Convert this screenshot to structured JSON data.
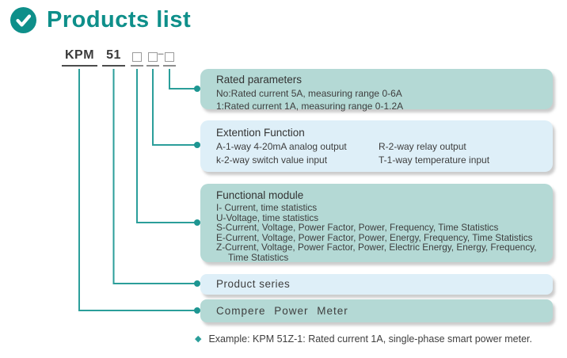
{
  "colors": {
    "brand_teal": "#0E8F8A",
    "connector_teal": "#2B9E9A",
    "box_teal_bg": "#B4D9D5",
    "box_blue_bg": "#DEEFF8",
    "text_dark": "#3E3E3E"
  },
  "header": {
    "title": "Products list"
  },
  "model_code": {
    "prefix": "KPM",
    "series": "51",
    "dash": "–"
  },
  "boxes": [
    {
      "title": "Rated parameters",
      "lines": [
        "No:Rated current 5A, measuring range 0-6A",
        "1:Rated current 1A, measuring range 0-1.2A"
      ]
    },
    {
      "title": "Extention Function",
      "left": [
        "A-1-way 4-20mA analog output",
        "k-2-way switch value input"
      ],
      "right": [
        "R-2-way relay output",
        "T-1-way temperature input"
      ]
    },
    {
      "title": "Functional module",
      "lines": [
        "I- Current, time statistics",
        "U-Voltage, time statistics",
        "S-Current, Voltage, Power Factor, Power, Frequency, Time Statistics",
        "E-Current, Voltage, Power Factor, Power, Energy, Frequency, Time Statistics",
        "Z-Current, Voltage, Power Factor, Power, Electric Energy, Energy, Frequency,",
        "Time Statistics"
      ]
    },
    {
      "title": "Product series"
    },
    {
      "title": "Compere Power Meter"
    }
  ],
  "example": {
    "text": "Example: KPM 51Z-1: Rated current 1A, single-phase smart power meter."
  }
}
